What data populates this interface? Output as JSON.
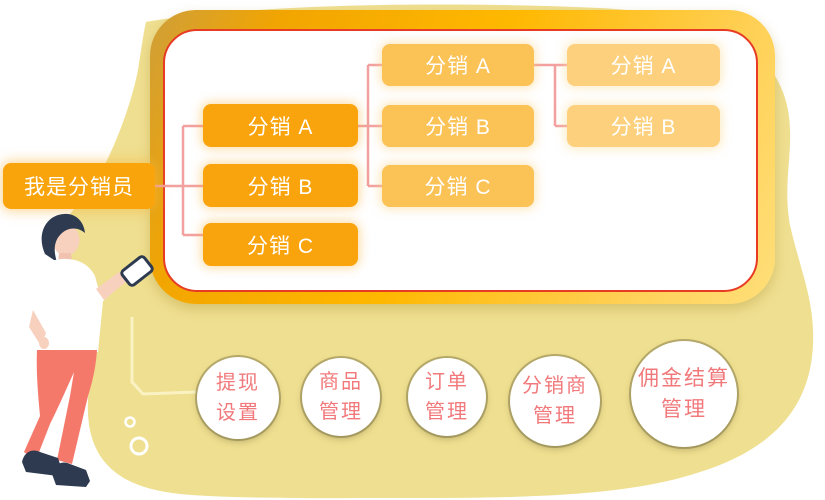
{
  "colors": {
    "background_blob": "#EFDF90",
    "panel_border_gold_dark": "#CF9F3A",
    "panel_border_gold_bright": "#FFB800",
    "panel_border_gold_light": "#FFD561",
    "panel_border_red": "#E73B24",
    "node_primary_orange": "#F9A40A",
    "node_secondary_orange": "#FBC255",
    "node_tertiary_orange": "#FCD07C",
    "connector_pink": "#F29C9C",
    "node_text": "#FFFFFF",
    "circle_bg": "#FFFFFF",
    "circle_text": "#F1797B",
    "person_hair": "#2D3A50",
    "person_skin": "#F8D0BE",
    "person_shirt": "#FFFFFF",
    "person_pants": "#F5796B"
  },
  "diagram": {
    "root": "我是分销员",
    "level2": [
      "分销 A",
      "分销 B",
      "分销 C"
    ],
    "level3": [
      "分销 A",
      "分销 B",
      "分销 C"
    ],
    "level4": [
      "分销 A",
      "分销 B"
    ]
  },
  "features": [
    {
      "line1": "提现",
      "line2": "设置"
    },
    {
      "line1": "商品",
      "line2": "管理"
    },
    {
      "line1": "订单",
      "line2": "管理"
    },
    {
      "line1": "分销商",
      "line2": "管理"
    },
    {
      "line1": "佣金结算",
      "line2": "管理"
    }
  ]
}
